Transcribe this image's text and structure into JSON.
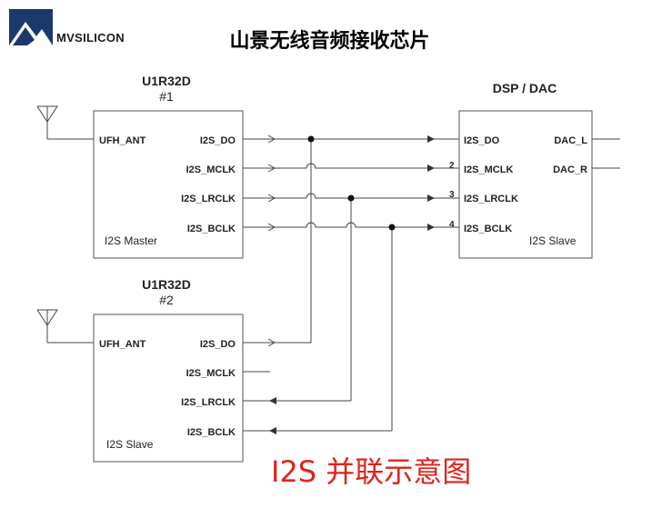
{
  "header": {
    "brand": "MVSILICON",
    "title": "山景无线音频接收芯片"
  },
  "chip1": {
    "part": "U1R32D",
    "index": "#1",
    "role": "I2S Master",
    "left_pins": [
      "UFH_ANT"
    ],
    "right_pins": [
      "I2S_DO",
      "I2S_MCLK",
      "I2S_LRCLK",
      "I2S_BCLK"
    ]
  },
  "chip2": {
    "part": "U1R32D",
    "index": "#2",
    "role": "I2S Slave",
    "left_pins": [
      "UFH_ANT"
    ],
    "right_pins": [
      "I2S_DO",
      "I2S_MCLK",
      "I2S_LRCLK",
      "I2S_BCLK"
    ]
  },
  "dsp": {
    "name": "DSP / DAC",
    "role": "I2S Slave",
    "left_pins": [
      "I2S_DO",
      "I2S_MCLK",
      "I2S_LRCLK",
      "I2S_BCLK"
    ],
    "right_pins": [
      "DAC_L",
      "DAC_R"
    ],
    "line_numbers": [
      "2",
      "3",
      "4"
    ]
  },
  "caption": "I2S 并联示意图",
  "colors": {
    "caption": "#e0231b",
    "line": "#333333"
  }
}
